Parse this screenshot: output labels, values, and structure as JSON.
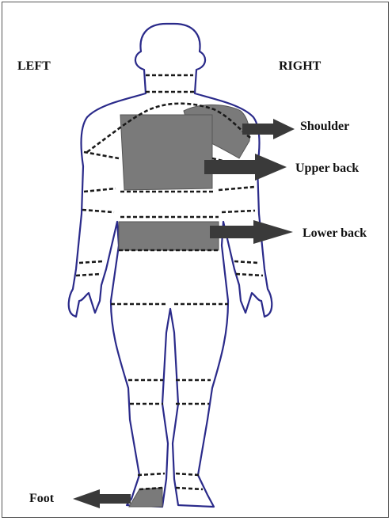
{
  "sides": {
    "left": "LEFT",
    "right": "RIGHT"
  },
  "regions": {
    "shoulder": "Shoulder",
    "upper_back": "Upper back",
    "lower_back": "Lower back",
    "foot": "Foot"
  },
  "colors": {
    "outline": "#2a2a8a",
    "highlight": "#7a7a7a",
    "arrow": "#3a3a3a"
  }
}
